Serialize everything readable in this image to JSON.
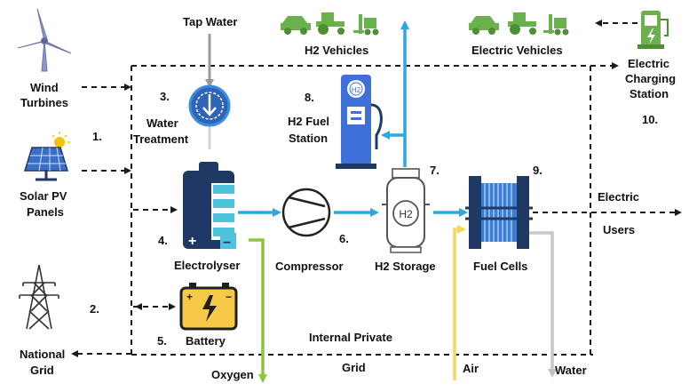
{
  "labels": {
    "tap_water": "Tap Water",
    "h2_vehicles": "H2 Vehicles",
    "electric_vehicles": "Electric Vehicles",
    "wind_turbines_1": "Wind",
    "wind_turbines_2": "Turbines",
    "water_treatment_1": "Water",
    "water_treatment_2": "Treatment",
    "h2_fuel_station_1": "H2 Fuel",
    "h2_fuel_station_2": "Station",
    "electric_charging_1": "Electric",
    "electric_charging_2": "Charging",
    "electric_charging_3": "Station",
    "solar_pv_1": "Solar PV",
    "solar_pv_2": "Panels",
    "electrolyser": "Electrolyser",
    "compressor": "Compressor",
    "h2_storage": "H2 Storage",
    "fuel_cells": "Fuel Cells",
    "electric_users_1": "Electric",
    "electric_users_2": "Users",
    "battery": "Battery",
    "national_grid_1": "National",
    "national_grid_2": "Grid",
    "internal_private": "Internal Private",
    "grid": "Grid",
    "oxygen": "Oxygen",
    "air": "Air",
    "water": "Water",
    "h2_tank_text": "H2",
    "h2_station_text": "H2"
  },
  "numbers": {
    "n1": "1.",
    "n2": "2.",
    "n3": "3.",
    "n4": "4.",
    "n5": "5.",
    "n6": "6.",
    "n7": "7.",
    "n8": "8.",
    "n9": "9.",
    "n10": "10."
  },
  "colors": {
    "hydrogen_flow": "#29a9e0",
    "oxygen_flow": "#8cc63f",
    "air_flow": "#f7e27a",
    "water_flow": "#c8c8c8",
    "electric_flow": "#1a1a1a",
    "icon_navy": "#1f3864",
    "icon_green": "#6ab04c",
    "icon_teal": "#4fc3dc"
  }
}
